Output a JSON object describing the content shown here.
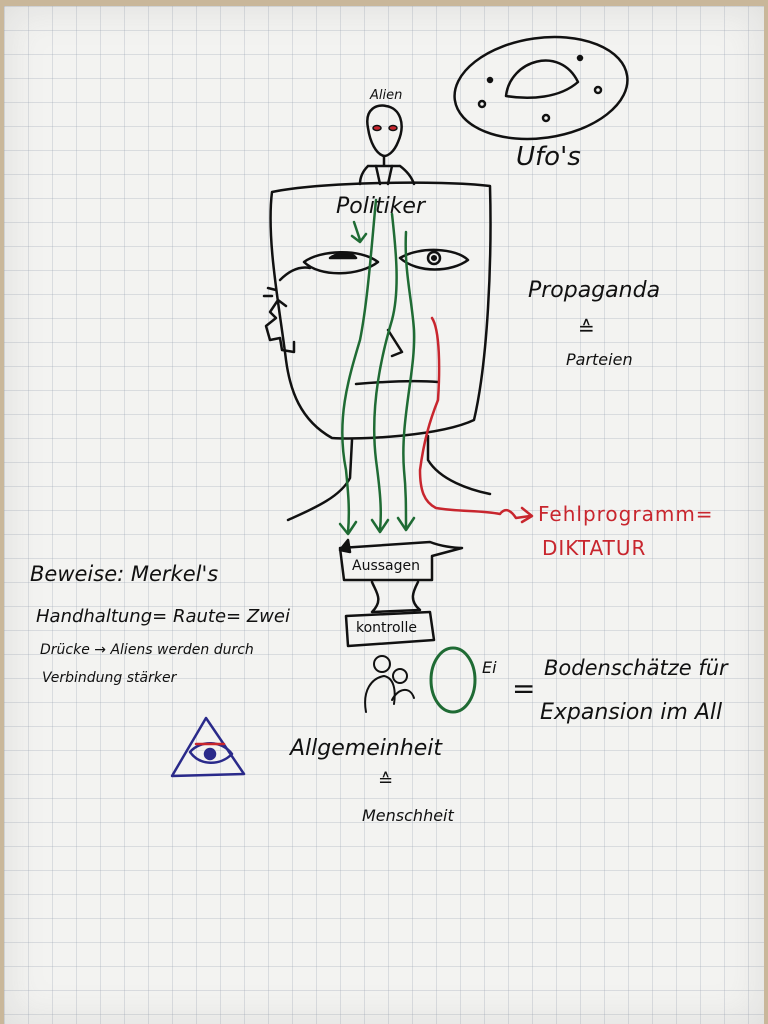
{
  "flipchart": {
    "alien_label": "Alien",
    "ufo_label": "Ufo's",
    "head_label": "Politiker",
    "propaganda": "Propaganda",
    "equiv_symbol": "≙",
    "parteien": "Parteien",
    "fehlprogramm": "Fehlprogramm=",
    "diktatur": "DIKTATUR",
    "aussagen": "Aussagen",
    "kontrolle": "kontrolle",
    "beweise_line1": "Beweise: Merkel's",
    "beweise_line2": "Handhaltung= Raute= Zwei",
    "beweise_line3": "Drücke → Aliens werden durch",
    "beweise_line4": "Verbindung stärker",
    "ei_label": "Ei",
    "equals_symbol": "=",
    "bodenschaetze_line1": "Bodenschätze für",
    "bodenschaetze_line2": "Expansion im All",
    "allgemeinheit": "Allgemeinheit",
    "menschheit": "Menschheit"
  },
  "colors": {
    "paper": "#f3f3f1",
    "ink_black": "#111111",
    "ink_green": "#1f6b34",
    "ink_red": "#c8262e",
    "ink_blue": "#2a2a8a"
  }
}
